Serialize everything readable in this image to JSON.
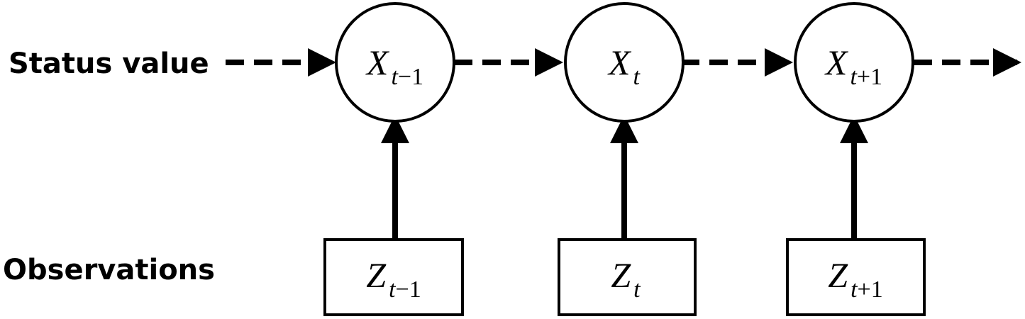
{
  "labels": {
    "status": "Status value",
    "observations": "Observations"
  },
  "states": [
    {
      "symbol": "X",
      "sub_var": "t",
      "sub_op": "−1"
    },
    {
      "symbol": "X",
      "sub_var": "t",
      "sub_op": ""
    },
    {
      "symbol": "X",
      "sub_var": "t",
      "sub_op": "+1"
    }
  ],
  "observations": [
    {
      "symbol": "Z",
      "sub_var": "t",
      "sub_op": "−1"
    },
    {
      "symbol": "Z",
      "sub_var": "t",
      "sub_op": ""
    },
    {
      "symbol": "Z",
      "sub_var": "t",
      "sub_op": "+1"
    }
  ],
  "colors": {
    "stroke": "#000000",
    "background": "#ffffff"
  }
}
